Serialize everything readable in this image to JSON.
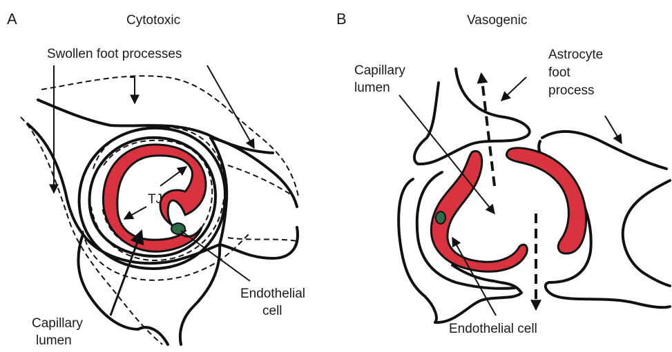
{
  "panel_a": {
    "letter": "A",
    "title": "Cytotoxic",
    "labels": {
      "swollen": "Swollen foot processes",
      "tj": "TJ",
      "endothelial_1": "Endothelial",
      "endothelial_2": "cell",
      "capillary_1": "Capillary",
      "capillary_2": "lumen"
    }
  },
  "panel_b": {
    "letter": "B",
    "title": "Vasogenic",
    "labels": {
      "capillary_1": "Capillary",
      "capillary_2": "lumen",
      "astrocyte_1": "Astrocyte",
      "astrocyte_2": "foot",
      "astrocyte_3": "process",
      "endothelial": "Endothelial cell"
    }
  },
  "colors": {
    "endothelium": "#d9333f",
    "nucleus": "#2f6b4a",
    "outline": "#111111"
  }
}
